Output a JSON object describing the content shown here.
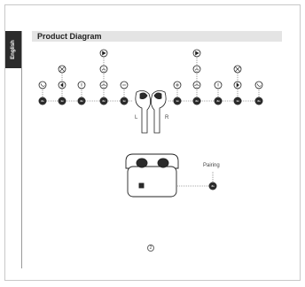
{
  "page": {
    "language_tab": "English",
    "section_title": "Product Diagram",
    "page_number": "2"
  },
  "diagram": {
    "left_earbud_label": "L",
    "right_earbud_label": "R",
    "pairing_label": "Pairing",
    "pairing_badge": "3s",
    "left_badges": [
      "2s",
      "1x",
      "3x",
      "2x",
      "1x"
    ],
    "right_badges": [
      "1x",
      "2x",
      "3x",
      "1x",
      "2s"
    ],
    "left_icons": [
      "phone-incoming-icon",
      "previous-track-icon",
      "voice-assistant-icon",
      "phone-hangup-icon",
      "volume-down-icon"
    ],
    "right_icons": [
      "volume-up-icon",
      "phone-hangup-icon",
      "voice-assistant-icon",
      "next-track-icon",
      "phone-incoming-icon"
    ],
    "accent_color": "#2b2b2b",
    "line_color": "#555555"
  }
}
